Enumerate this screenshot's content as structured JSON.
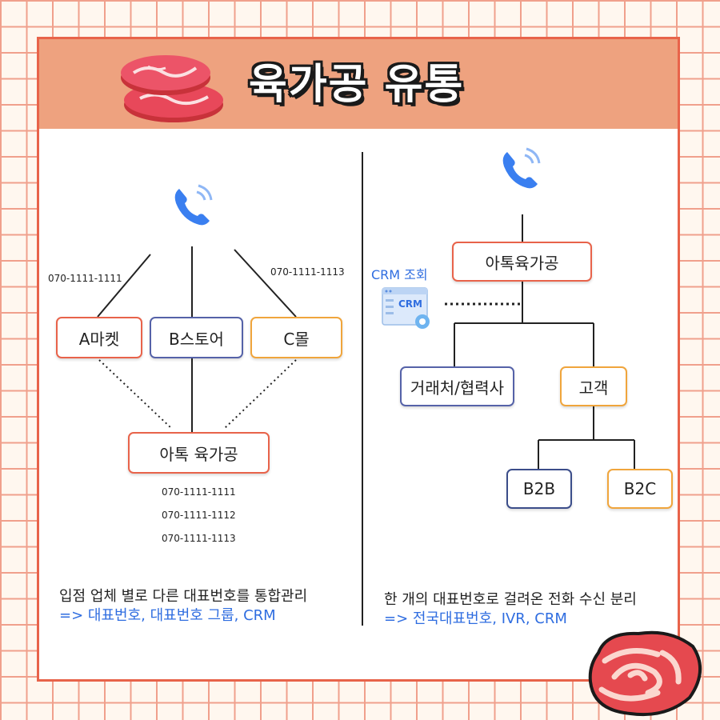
{
  "title": "육가공 유통",
  "left": {
    "phone_numbers_top": [
      "070-1111-1111",
      "070-1111-1113"
    ],
    "stores": [
      "A마켓",
      "B스토어",
      "C몰"
    ],
    "center_box": "아톡 육가공",
    "numbers_bottom": [
      "070-1111-1111",
      "070-1111-1112",
      "070-1111-1113"
    ],
    "caption_line1": "입점 업체 별로 다른 대표번호를 통합관리",
    "caption_line2": "=> 대표번호, 대표번호 그룹, CRM"
  },
  "right": {
    "top_box": "아톡육가공",
    "crm_label": "CRM 조회",
    "crm_icon_text": "CRM",
    "partner_box": "거래처/협력사",
    "customer_box": "고객",
    "b2b": "B2B",
    "b2c": "B2C",
    "caption_line1": "한 개의 대표번호로 걸려온 전화 수신 분리",
    "caption_line2": "=> 전국대표번호, IVR, CRM"
  },
  "icons": [
    "meat-icon",
    "phone-icon",
    "crm-window-icon",
    "decorative-flower-icon"
  ],
  "colors": {
    "accent_red": "#e8634a",
    "header_peach": "#eea27f",
    "blue_text": "#2f6de0",
    "box_blue": "#5562a8",
    "box_orange": "#f0a53c"
  }
}
